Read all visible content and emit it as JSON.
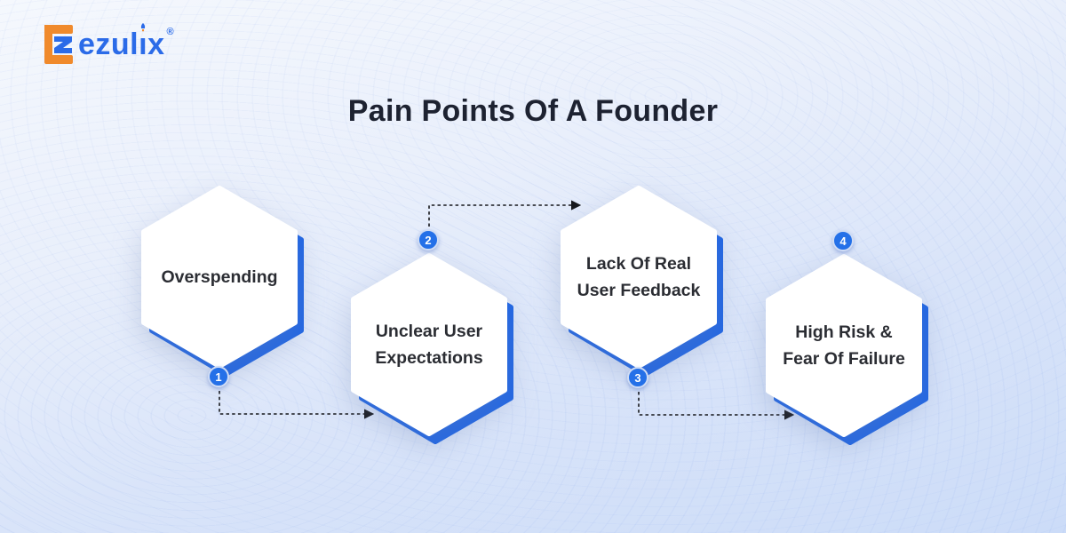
{
  "logo": {
    "brand": "Ezulix",
    "text_pre": "ezul",
    "text_i": "ı",
    "text_post": "x",
    "registered": "®",
    "mark_orange": "#f08a2c",
    "text_blue": "#2b6be8"
  },
  "title": {
    "text": "Pain Points Of A Founder",
    "color": "#1d2231"
  },
  "diagram": {
    "accent_blue": "#2066e5",
    "badge_blue": "#2470e8",
    "arrow_color": "#17181c",
    "steps": [
      {
        "number": "1",
        "text": "Overspending"
      },
      {
        "number": "2",
        "text": "Unclear User\nExpectations"
      },
      {
        "number": "3",
        "text": "Lack Of Real\nUser Feedback"
      },
      {
        "number": "4",
        "text": "High Risk &\nFear Of Failure"
      }
    ]
  }
}
